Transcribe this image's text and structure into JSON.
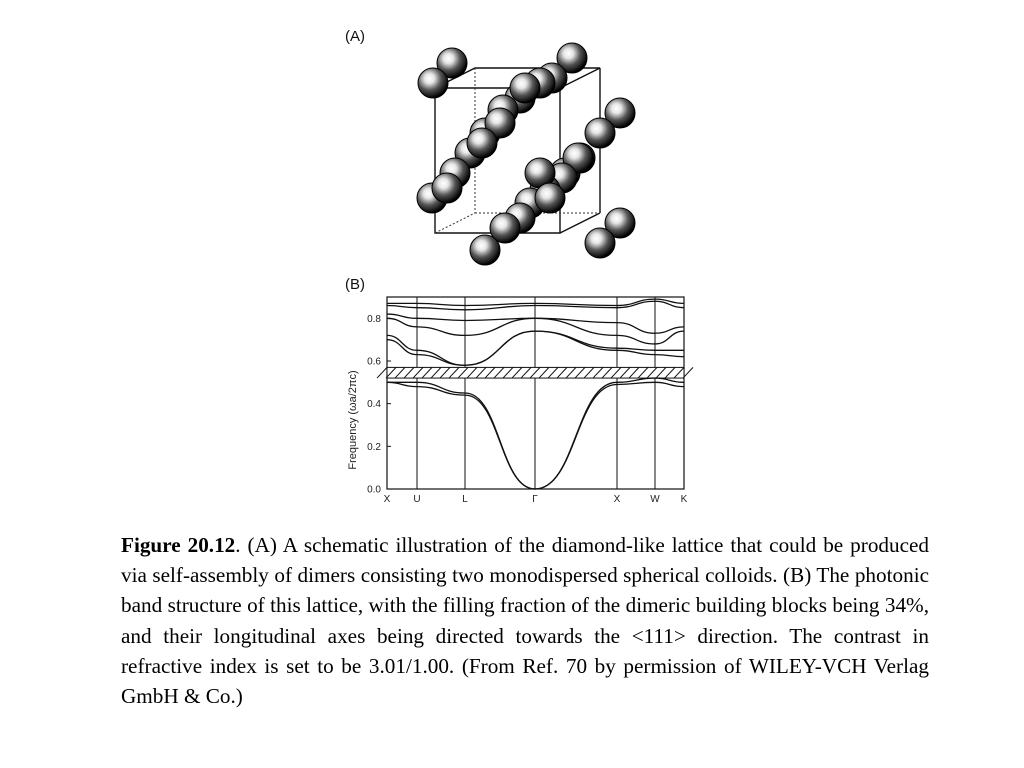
{
  "figure": {
    "panel_a_label": "(A)",
    "panel_b_label": "(B)"
  },
  "chart_data": {
    "type": "line",
    "title": "",
    "xlabel": "",
    "ylabel": "Frequency (ωa/2πc)",
    "ylim": [
      0.0,
      0.9
    ],
    "x_ticks": [
      "X",
      "U",
      "L",
      "Γ",
      "X",
      "W",
      "K"
    ],
    "y_ticks": [
      "0.0",
      "0.2",
      "0.4",
      "0.6",
      "0.8"
    ],
    "band_gap": [
      0.52,
      0.57
    ],
    "series": [
      {
        "values": [
          0.5,
          0.5,
          0.45,
          0.0,
          0.5,
          0.52,
          0.5
        ]
      },
      {
        "values": [
          0.5,
          0.48,
          0.44,
          0.0,
          0.49,
          0.5,
          0.48
        ]
      },
      {
        "values": [
          0.7,
          0.63,
          0.58,
          0.74,
          0.65,
          0.63,
          0.62
        ]
      },
      {
        "values": [
          0.72,
          0.65,
          0.58,
          0.74,
          0.66,
          0.65,
          0.65
        ]
      },
      {
        "values": [
          0.8,
          0.76,
          0.72,
          0.8,
          0.72,
          0.68,
          0.74
        ]
      },
      {
        "values": [
          0.82,
          0.8,
          0.79,
          0.8,
          0.78,
          0.73,
          0.76
        ]
      },
      {
        "values": [
          0.86,
          0.85,
          0.84,
          0.86,
          0.85,
          0.88,
          0.85
        ]
      },
      {
        "values": [
          0.87,
          0.87,
          0.86,
          0.87,
          0.86,
          0.89,
          0.87
        ]
      }
    ]
  },
  "caption": {
    "figure_number": "Figure 20.12",
    "text": ".  (A) A schematic illustration of the diamond-like lattice that could be produced via self-assembly of dimers consisting two monodispersed spherical colloids.  (B) The photonic band structure of this lattice, with the filling fraction of the dimeric building blocks being 34%, and their longitudinal axes being directed towards the <111> direction.  The contrast in refractive index is set to be 3.01/1.00. (From Ref. 70 by permission of WILEY-VCH Verlag GmbH & Co.)"
  }
}
